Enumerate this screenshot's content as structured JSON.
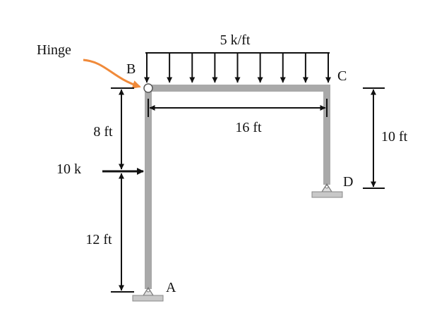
{
  "labels": {
    "hinge": "Hinge",
    "load": "5 k/ft",
    "B": "B",
    "C": "C",
    "D": "D",
    "A": "A",
    "dim_8": "8 ft",
    "dim_16": "16 ft",
    "dim_10": "10 ft",
    "dim_12": "12 ft",
    "force": "10 k"
  },
  "colors": {
    "member": "#a9a9a9",
    "support": "#c8c8c8",
    "ink": "#111111",
    "hinge_arrow": "#f08a3a"
  },
  "distributed_load": {
    "arrow_count": 9
  }
}
